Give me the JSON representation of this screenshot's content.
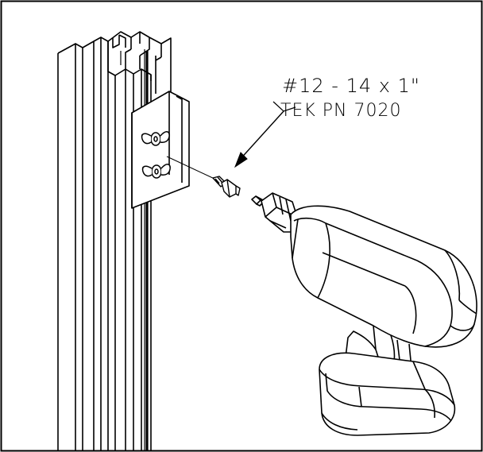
{
  "diagram": {
    "screw_label": "#12 - 14 x 1\"",
    "part_label": "TEK PN 7020",
    "icons": [
      "vertical-post-profile",
      "mounting-bracket",
      "wing-nut-icon",
      "self-drilling-screw-icon",
      "cordless-drill-icon",
      "leader-arrow"
    ],
    "colors": {
      "line": "#000000",
      "background": "#ffffff"
    }
  }
}
